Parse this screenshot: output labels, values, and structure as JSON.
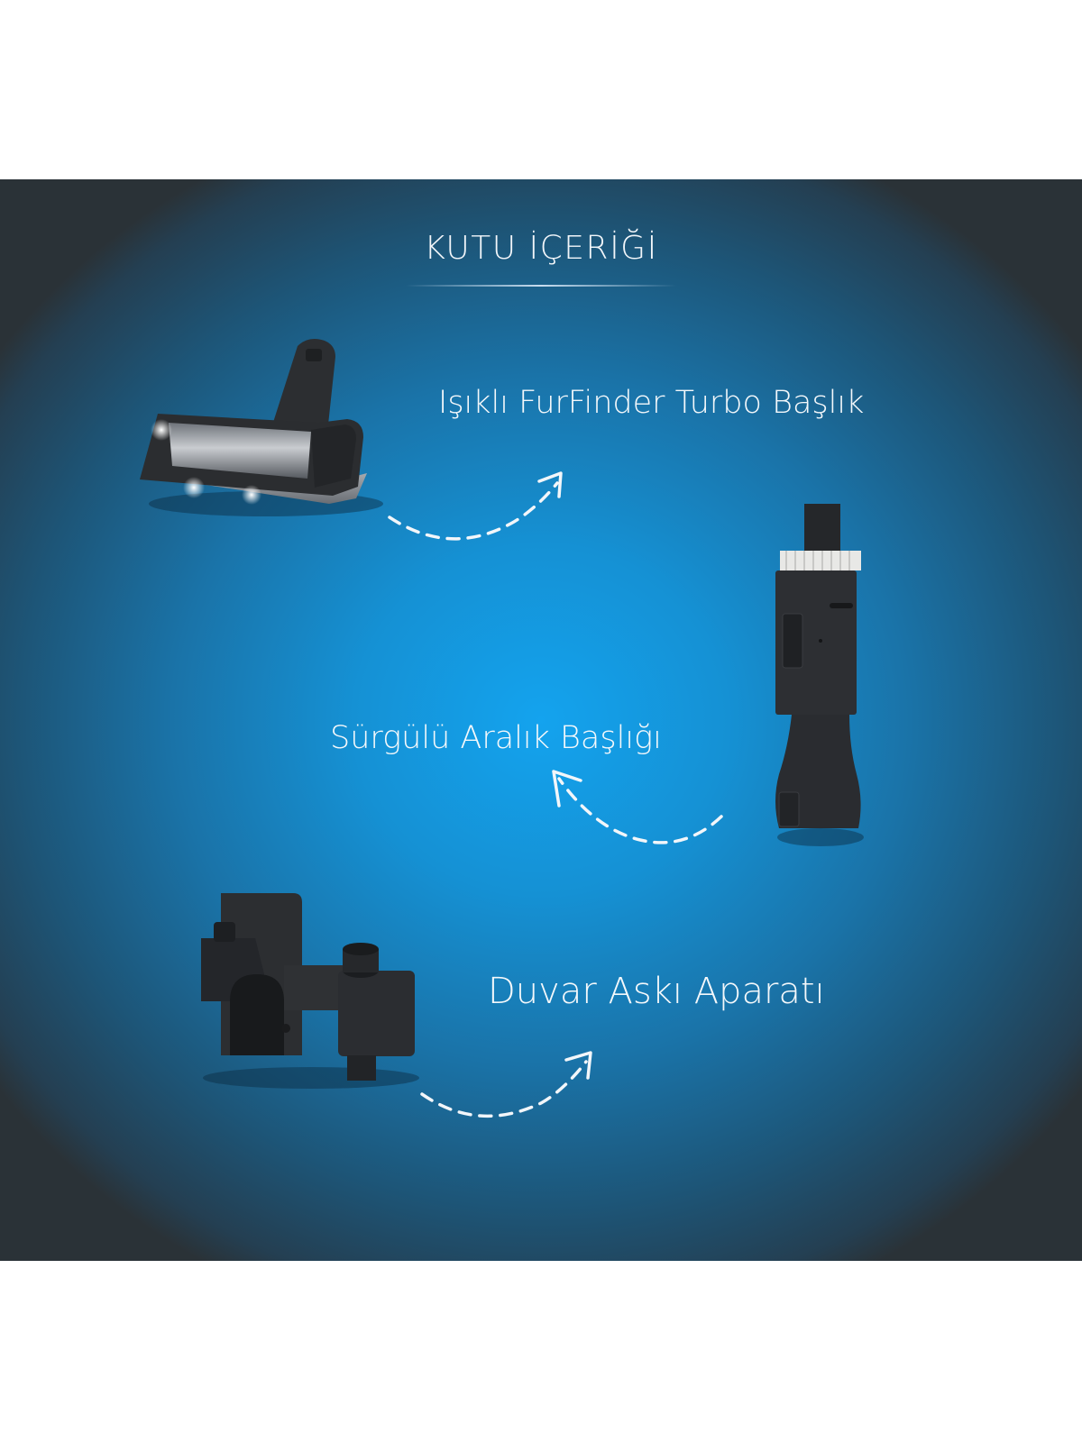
{
  "header": {
    "title": "KUTU İÇERİĞİ"
  },
  "items": [
    {
      "label": "Işıklı FurFinder Turbo Başlık",
      "icon": "turbo-brush-head"
    },
    {
      "label": "Sürgülü Aralık Başlığı",
      "icon": "crevice-tool"
    },
    {
      "label": "Duvar Askı Aparatı",
      "icon": "wall-mount-bracket"
    }
  ],
  "colors": {
    "background_center": "#14a3ee",
    "background_edge": "#2a3237",
    "text": "#f4f8fb",
    "product": "#2b2d30"
  }
}
